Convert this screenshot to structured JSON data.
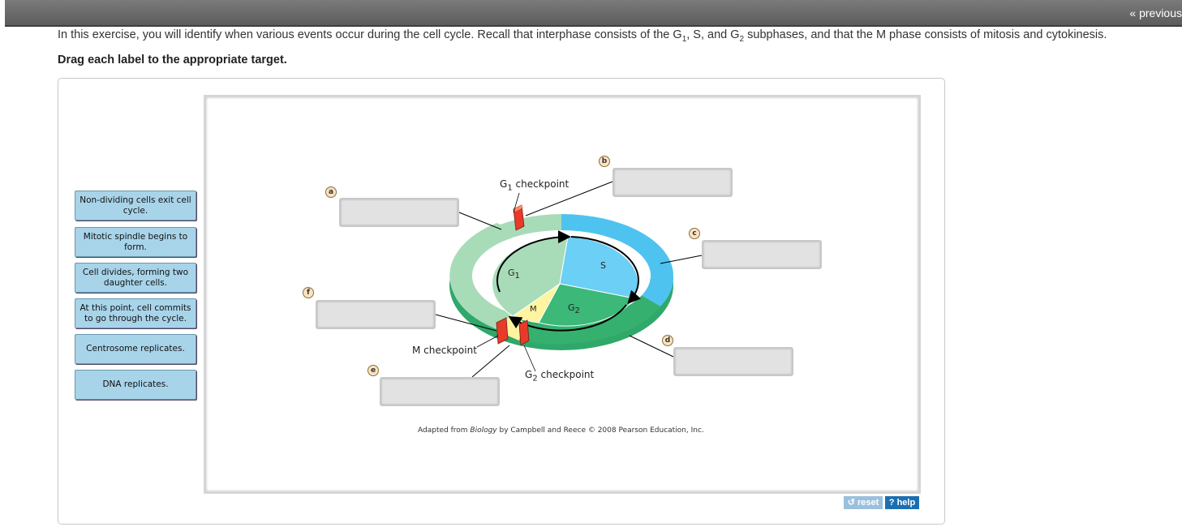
{
  "header": {
    "previous_link": "« previous"
  },
  "instructions": {
    "part1": "In this exercise, you will identify when various events occur during the cell cycle. Recall that interphase consists of the G",
    "sub1": "1",
    "part2": ", S, and G",
    "sub2": "2",
    "part3": " subphases, and that the M phase consists of mitosis and cytokinesis.",
    "drag_title": "Drag each label to the appropriate target."
  },
  "labels": [
    "Non-dividing cells exit cell cycle.",
    "Mitotic spindle begins to form.",
    "Cell divides, forming two daughter cells.",
    "At this point, cell commits to go through the cycle.",
    "Centrosome replicates.",
    "DNA replicates."
  ],
  "targets": {
    "a": "a",
    "b": "b",
    "c": "c",
    "d": "d",
    "e": "e",
    "f": "f"
  },
  "diagram": {
    "g1_checkpoint_prefix": "G",
    "g1_checkpoint_sub": "1",
    "g1_checkpoint_suffix": " checkpoint",
    "m_checkpoint": "M checkpoint",
    "g2_checkpoint_prefix": "G",
    "g2_checkpoint_sub": "2",
    "g2_checkpoint_suffix": " checkpoint",
    "phase_g1": "G",
    "phase_g1_sub": "1",
    "phase_s": "S",
    "phase_g2": "G",
    "phase_g2_sub": "2",
    "phase_m": "M",
    "credit_pre": "Adapted from ",
    "credit_book": "Biology",
    "credit_post": " by Campbell and Reece © 2008 Pearson Education, Inc."
  },
  "controls": {
    "reset": "reset",
    "help": "? help"
  },
  "colors": {
    "g1": "#a8dcb8",
    "s": "#6ccff5",
    "g2": "#3cb878",
    "m": "#fff4a0",
    "checkpoint": "#e83a2a",
    "label_bg": "#a8d4ea"
  }
}
